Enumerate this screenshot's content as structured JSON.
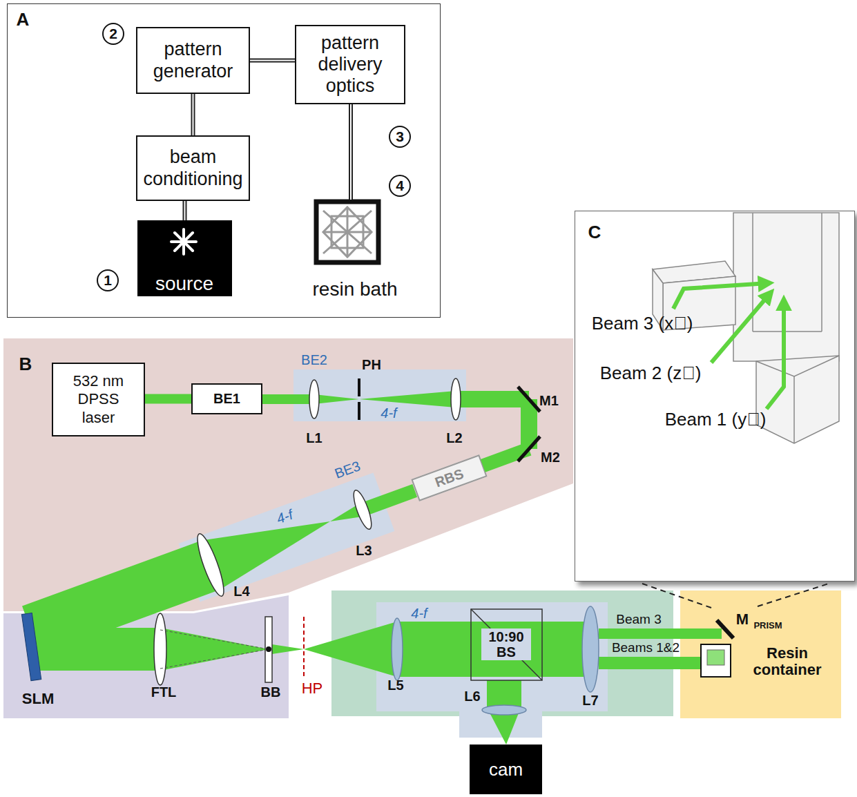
{
  "diagram": {
    "nodes": [
      {
        "text": [
          "A"
        ]
      },
      {
        "text": [
          "2"
        ],
        "in": 0
      },
      {
        "text": [
          "pattern generator"
        ],
        "in": 1
      },
      {
        "text": [
          "3"
        ],
        "in": 0
      },
      {
        "text": [
          "pattern delivery optics"
        ],
        "in": 3
      },
      {
        "text": [
          "1"
        ],
        "in": 0
      },
      {
        "text": [
          "beam conditioning"
        ],
        "in": 5
      },
      {
        "text": [
          "source"
        ],
        "in": 5
      },
      {
        "text": [
          "4"
        ],
        "in": 0
      },
      {
        "text": [
          "resin bath"
        ],
        "in": 8
      },
      {
        "text": [
          "C"
        ]
      },
      {
        "text": [
          "532 nm DPSS laser"
        ]
      },
      {
        "text": [
          "BE1"
        ]
      },
      {
        "text": [
          "RBS"
        ]
      },
      {
        "text": [
          "cam"
        ]
      }
    ],
    "edges": [
      {
        "from": 7,
        "to": 6,
        "arrow": "none"
      },
      {
        "from": 6,
        "to": 2,
        "arrow": "none"
      },
      {
        "from": 2,
        "to": 4,
        "arrow": "none"
      },
      {
        "from": 4,
        "to": 9,
        "arrow": "none"
      },
      {
        "from": 11,
        "to": 12,
        "arrow": "none"
      }
    ],
    "labels": [
      "B",
      "BE2",
      "PH",
      "4-f",
      "L1",
      "L2",
      "M1",
      "M2",
      "BE3",
      "4-f",
      "L3",
      "L4",
      "SLM",
      "FTL",
      "BB",
      "HP",
      "4-f",
      "L5",
      "10:90 BS",
      "L6",
      "L7",
      "Beam 3",
      "Beams 1&2",
      "M",
      "PRISM",
      "Resin container",
      "Beam 3 (x⃗)",
      "Beam 2 (z⃗)",
      "Beam 1 (y⃗)"
    ]
  }
}
